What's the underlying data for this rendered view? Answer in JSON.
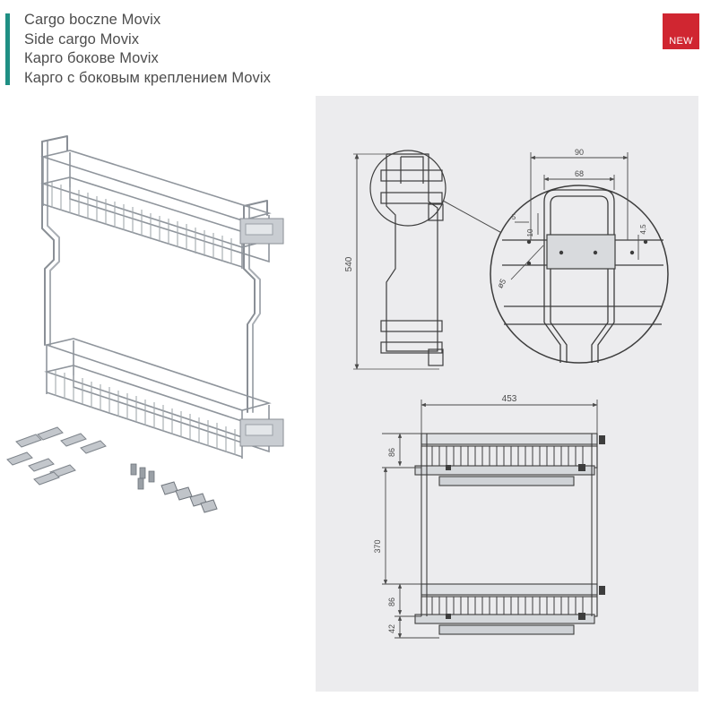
{
  "header": {
    "title_pl": "Cargo boczne Movix",
    "title_en": "Side cargo Movix",
    "title_uk": "Карго бокове Movix",
    "title_ru": "Карго с боковым креплением Movix"
  },
  "badge": {
    "label": "NEW"
  },
  "colors": {
    "accent_bar": "#1f8f84",
    "badge": "#d02631",
    "drawing_panel": "#ececee"
  },
  "dimensions": {
    "height": "540",
    "detail_width_outer": "90",
    "detail_width_inner": "68",
    "detail_gap": "5",
    "detail_offset": "10",
    "detail_hole": "4,5",
    "detail_diameter": "ø5",
    "width": "453",
    "top_basket": "86",
    "spacing": "370",
    "bottom_basket": "86",
    "bottom_offset": "42"
  }
}
